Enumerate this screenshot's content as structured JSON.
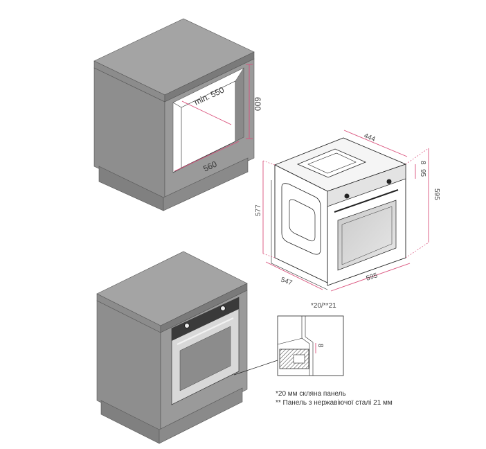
{
  "dimensions": {
    "niche_height": "600",
    "niche_depth": "min. 550",
    "niche_width": "560",
    "oven_depth_top": "444",
    "panel_gap": "8",
    "panel_height": "95",
    "oven_height": "595",
    "oven_body_height": "577",
    "oven_depth": "547",
    "oven_width": "595",
    "panel_thickness": "*20/**21",
    "detail_gap": "8"
  },
  "notes": {
    "glass": "*20 мм скляна панель",
    "steel": "** Панель з нержавіючої сталі 21 мм"
  },
  "colors": {
    "cabinet_light": "#9a9a9a",
    "cabinet_mid": "#828282",
    "cabinet_dark": "#6f6f6f",
    "dimension_line": "#d94f7a",
    "hatch": "#444444"
  }
}
